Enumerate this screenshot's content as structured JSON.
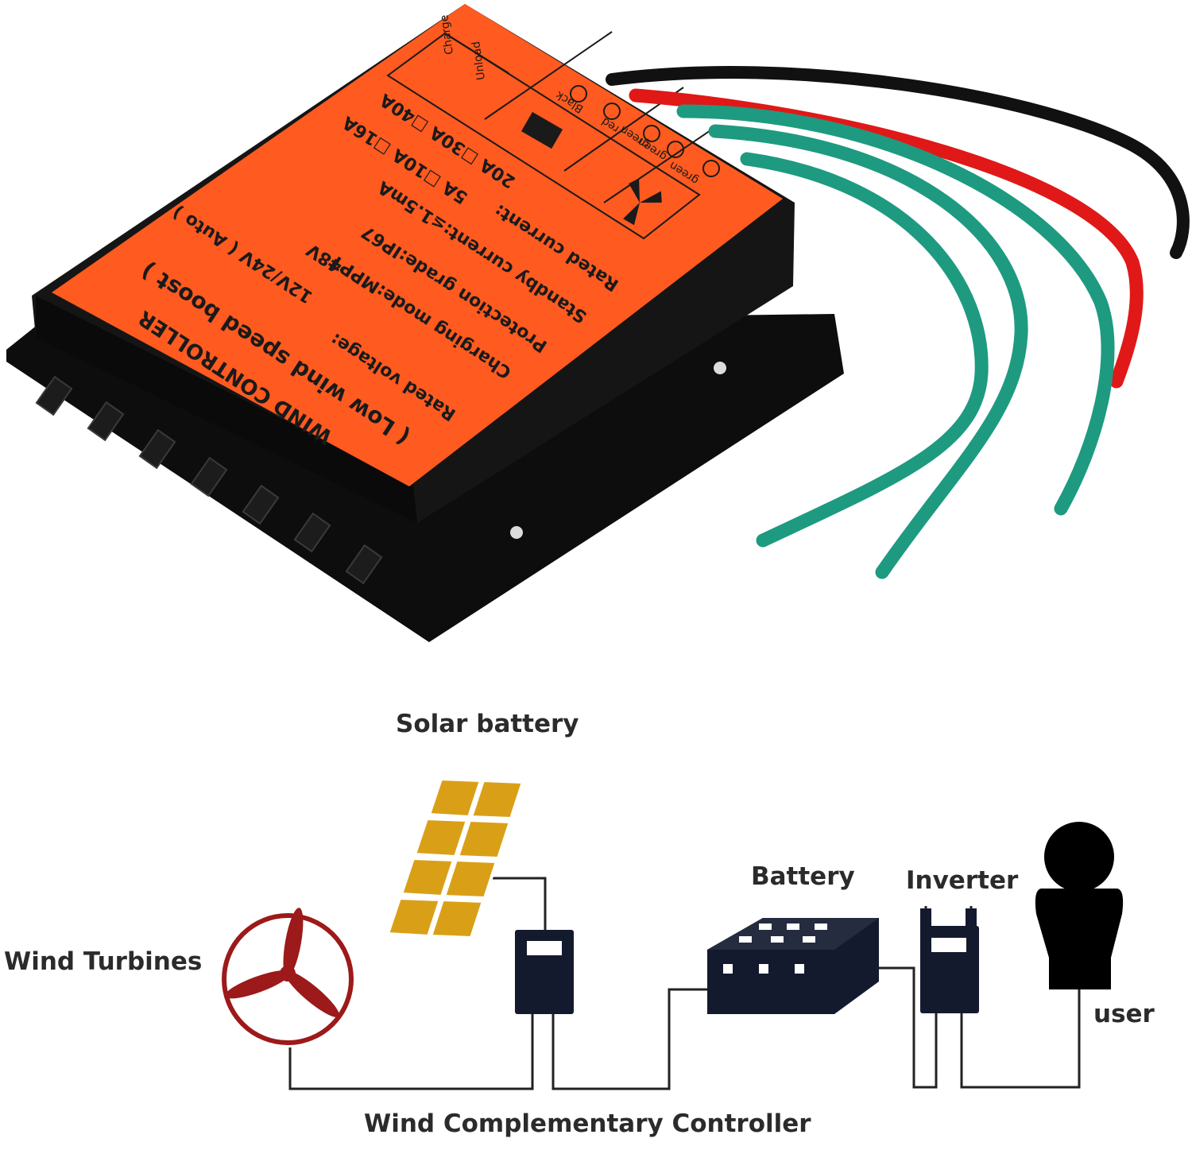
{
  "product": {
    "title": "WIND CONTROLLER",
    "subtitle": "( Low wind speed boost )",
    "rated_voltage": "Rated voltage:",
    "voltage_opt_1": "12V/24V ( Auto )",
    "voltage_opt_2": "48V",
    "charging_mode": "Charging mode:MPPT",
    "protection": "Protection grade:IP67",
    "standby": "Standby current:≤1.5mA",
    "rated_current": "Rated current:",
    "current_row_1": "5A ☐10A ☐16A",
    "current_row_2": "20A ☐30A ☐40A",
    "box_green_1": "green",
    "box_green_2": "green",
    "box_green_3": "green",
    "box_red": "red",
    "box_black": "Black",
    "box_unload": "Unload",
    "box_charge": "Charge",
    "colors": {
      "label_orange": "#ff5a1f",
      "body_black": "#151515",
      "wire_green": "#1e9a80",
      "wire_red": "#e01818",
      "wire_black": "#111111"
    }
  },
  "diagram": {
    "solar_label": "Solar battery",
    "battery_label": "Battery",
    "inverter_label": "Inverter",
    "wind_label": "Wind Turbines",
    "user_label": "user",
    "controller_label": "Wind Complementary Controller",
    "colors": {
      "panel_gold": "#d9a017",
      "turbine_red": "#9c1a1a",
      "device_navy": "#141a2e",
      "line": "#222222"
    }
  }
}
